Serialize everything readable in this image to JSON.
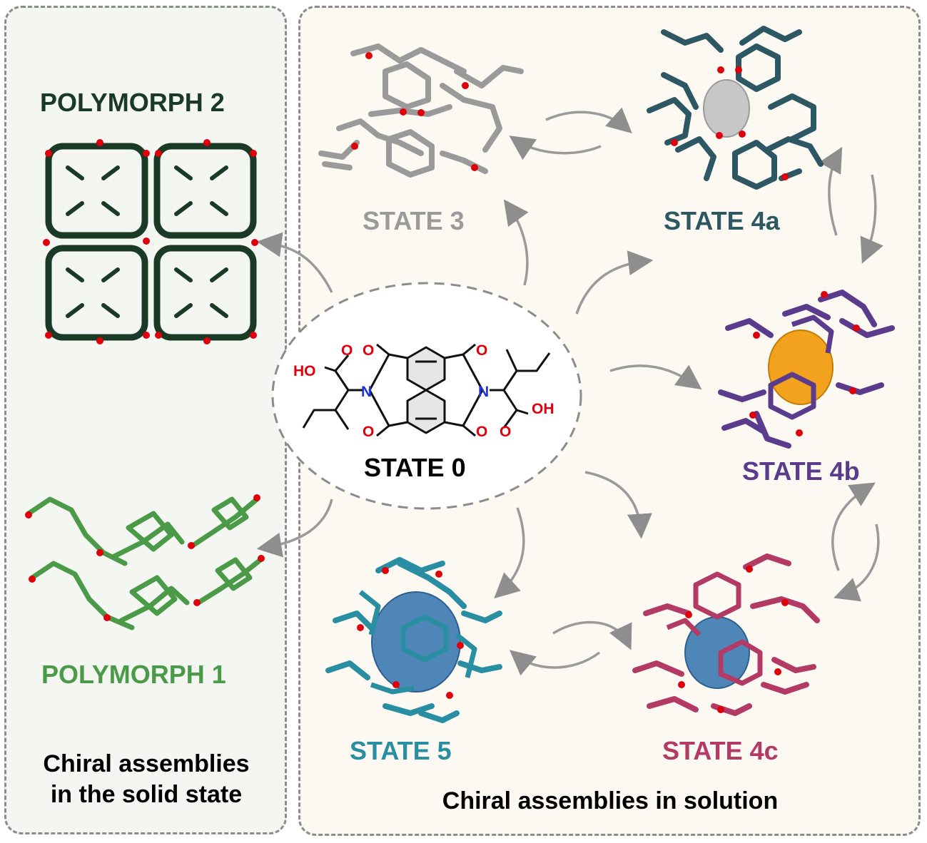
{
  "panels": {
    "solid_caption_line1": "Chiral assemblies",
    "solid_caption_line2": "in the solid state",
    "solution_caption": "Chiral assemblies in solution"
  },
  "labels": {
    "polymorph2": "POLYMORPH 2",
    "polymorph1": "POLYMORPH 1",
    "state0": "STATE 0",
    "state3": "STATE 3",
    "state4a": "STATE 4a",
    "state4b": "STATE 4b",
    "state4c": "STATE 4c",
    "state5": "STATE 5"
  },
  "molecule": {
    "ho_left": "HO",
    "oh_right": "OH",
    "n_left": "N",
    "n_right": "N",
    "oxygen": "O"
  },
  "colors": {
    "polymorph2": "#1b3a26",
    "polymorph1": "#4b9a48",
    "state3": "#9a9a9a",
    "state4a": "#2d5763",
    "state4b": "#5b3b8c",
    "state4c": "#b23a64",
    "state5": "#2a8ea3",
    "guest_orange": "#f2a21c",
    "guest_blue": "#4f86b8",
    "oxygen_red": "#e0000b",
    "nitrogen_blue": "#1a33e6"
  }
}
